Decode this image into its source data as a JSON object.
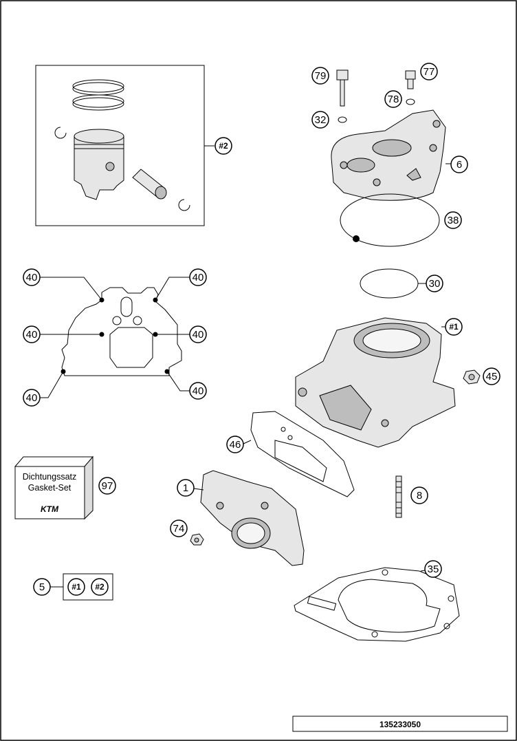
{
  "drawing_number": "135233050",
  "callouts": {
    "c79": "79",
    "c77": "77",
    "c78": "78",
    "c32": "32",
    "c6": "6",
    "c38": "38",
    "c30": "30",
    "c1h": "#1",
    "c45": "45",
    "c46": "46",
    "c8": "8",
    "c1": "1",
    "c74": "74",
    "c35": "35",
    "c97": "97",
    "c5": "5",
    "c2h": "#2",
    "c40a": "40",
    "c40b": "40",
    "c40c": "40",
    "c40d": "40",
    "c40e": "40",
    "c40f": "40",
    "kit1": "#1",
    "kit2": "#2"
  },
  "gasket_set_box": {
    "line1": "Dichtungssatz",
    "line2": "Gasket-Set",
    "brand": "KTM"
  }
}
